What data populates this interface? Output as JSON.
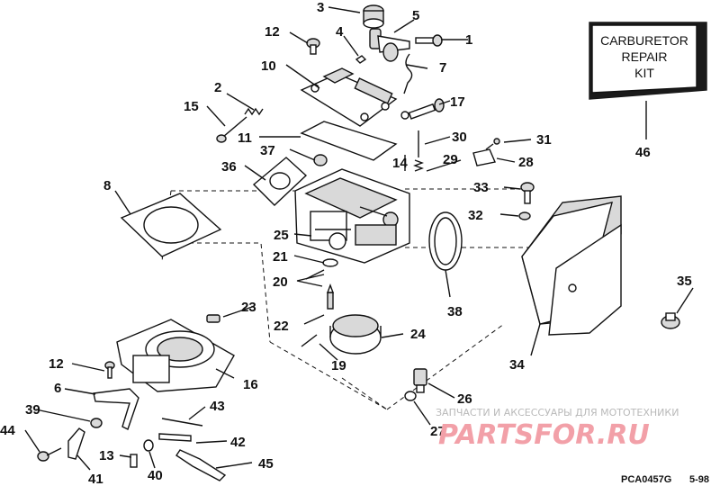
{
  "kit": {
    "line1": "CARBURETOR",
    "line2": "REPAIR",
    "line3": "KIT"
  },
  "callouts": [
    "1",
    "2",
    "3",
    "4",
    "5",
    "6",
    "7",
    "8",
    "10",
    "11",
    "12",
    "12",
    "13",
    "14",
    "15",
    "16",
    "17",
    "19",
    "20",
    "21",
    "22",
    "23",
    "24",
    "25",
    "26",
    "27",
    "28",
    "29",
    "30",
    "31",
    "32",
    "33",
    "34",
    "35",
    "36",
    "37",
    "38",
    "39",
    "40",
    "41",
    "42",
    "43",
    "44",
    "45",
    "46"
  ],
  "watermark": {
    "top": "ЗАПЧАСТИ И АКСЕССУАРЫ ДЛЯ МОТОТЕХНИКИ",
    "logo": "PARTSFOR.RU"
  },
  "footer": {
    "code": "PCA0457G",
    "date": "5-98"
  }
}
